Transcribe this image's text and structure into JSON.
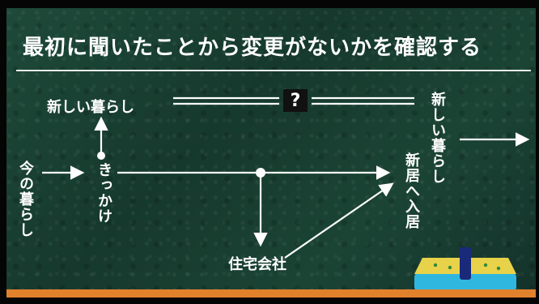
{
  "title": "最初に聞いたことから変更がないかを確認する",
  "nodes": {
    "current_life": "今の暮らし",
    "trigger": "きっかけ",
    "new_life_top": "新しい暮らし",
    "new_life_right": "新しい暮らし",
    "move_in": "新居へ入居",
    "housing_company": "住宅会社"
  },
  "question_mark": "?",
  "colors": {
    "board": "#1b4435",
    "chalk": "#ffffff",
    "ground": "#e2812c",
    "house_roof": "#e8d24a",
    "house_base": "#2fb7e0",
    "house_door": "#1a2a7a"
  }
}
